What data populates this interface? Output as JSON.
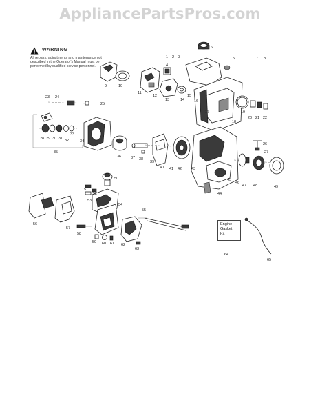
{
  "header": {
    "watermark": "AppliancePartsPros.com"
  },
  "warning": {
    "title": "WARNING",
    "text": "All repairs, adjustments and maintenance not described in the Operator's Manual must be performed by qualified service personnel."
  },
  "kit_box": {
    "line1": "Engine",
    "line2": "Gasket",
    "line3": "Kit"
  },
  "part_numbers": [
    "1",
    "2",
    "3",
    "4",
    "5",
    "6",
    "7",
    "8",
    "9",
    "10",
    "11",
    "12",
    "13",
    "14",
    "15",
    "16",
    "17",
    "18",
    "19",
    "20",
    "21",
    "22",
    "23",
    "24",
    "25",
    "26",
    "27",
    "28",
    "29",
    "30",
    "31",
    "32",
    "33",
    "34",
    "35",
    "36",
    "37",
    "38",
    "39",
    "40",
    "41",
    "42",
    "43",
    "44",
    "45",
    "46",
    "47",
    "48",
    "49",
    "50",
    "51",
    "52",
    "53",
    "54",
    "55",
    "56",
    "57",
    "58",
    "59",
    "60",
    "61",
    "62",
    "63",
    "64",
    "65"
  ],
  "colors": {
    "ink": "#222222",
    "watermark": "#d3d3d3",
    "background": "#ffffff"
  }
}
